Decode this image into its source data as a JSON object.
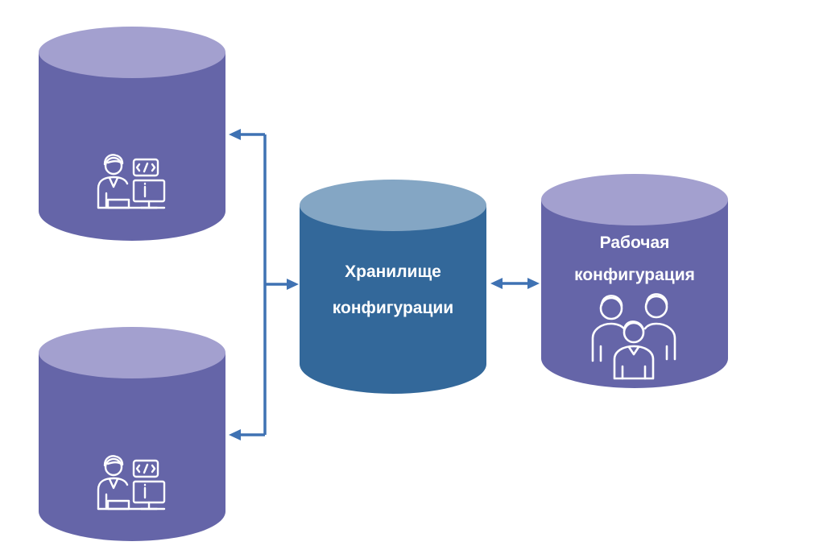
{
  "colors": {
    "dev_db_body": "#6565a8",
    "dev_db_top": "#a3a0cf",
    "storage_db_body": "#33689a",
    "storage_db_top": "#84a6c4",
    "work_db_body": "#6565a8",
    "work_db_top": "#a3a0cf",
    "arrow": "#3f72b3",
    "icon_stroke": "#ffffff"
  },
  "databases": {
    "dev_top": {
      "icon": "developer-at-computer-icon"
    },
    "dev_bottom": {
      "icon": "developer-at-computer-icon"
    },
    "storage": {
      "label_line1": "Хранилище",
      "label_line2": "конфигурации"
    },
    "working": {
      "label_line1": "Рабочая",
      "label_line2": "конфигурация",
      "icon": "users-group-icon"
    }
  },
  "connections": [
    {
      "from": "storage",
      "to": "dev_top",
      "direction": "both"
    },
    {
      "from": "storage",
      "to": "dev_bottom",
      "direction": "both"
    },
    {
      "from": "storage",
      "to": "working",
      "direction": "both"
    }
  ]
}
